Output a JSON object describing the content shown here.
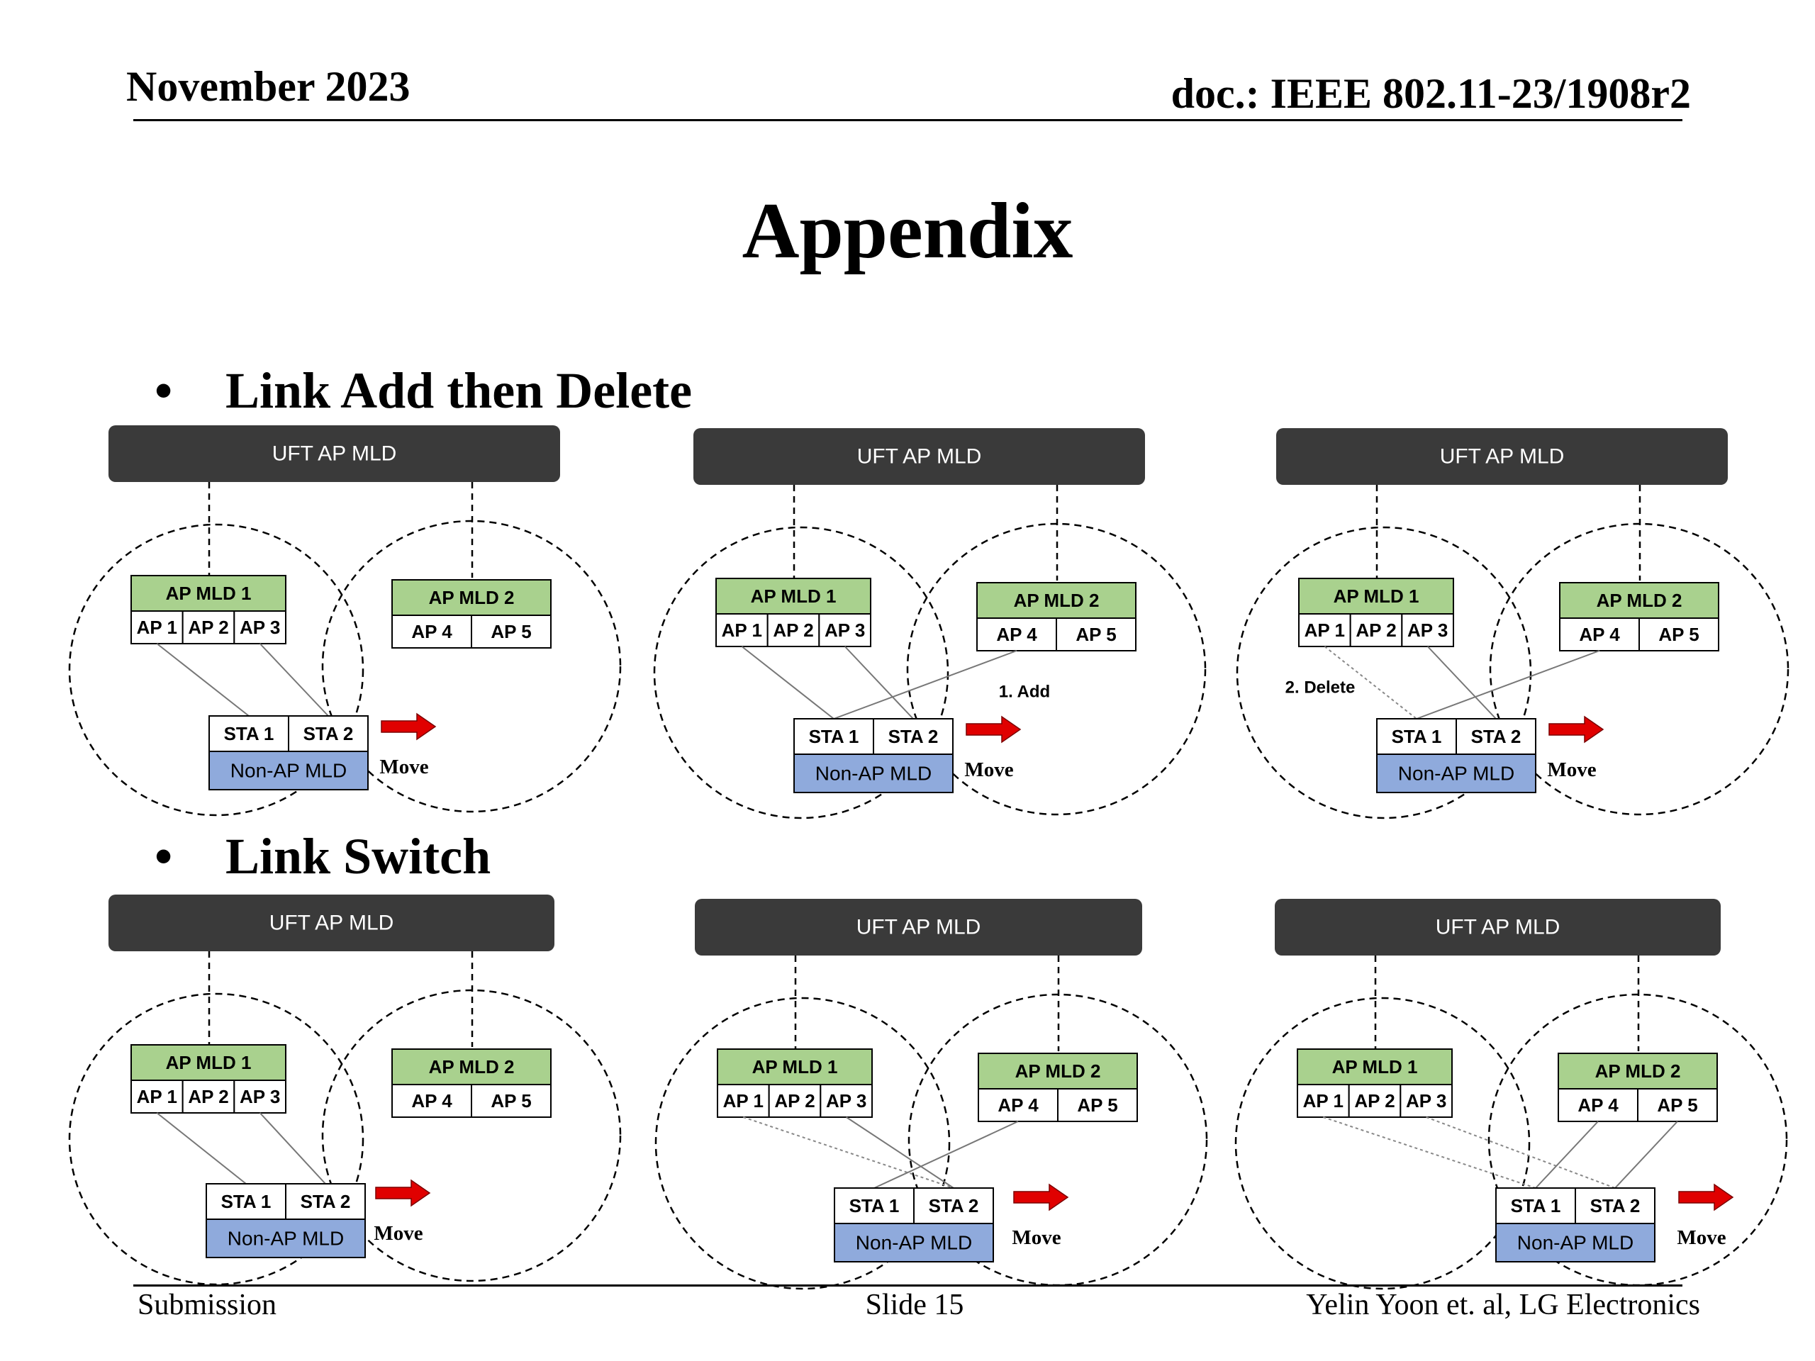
{
  "header": {
    "date": "November 2023",
    "doc_id": "doc.: IEEE 802.11-23/1908r2"
  },
  "title": "Appendix",
  "sections": [
    {
      "bullet": "•",
      "label": "Link Add then Delete"
    },
    {
      "bullet": "•",
      "label": "Link Switch"
    }
  ],
  "diagram_labels": {
    "uft": "UFT AP MLD",
    "ap_mld_1": "AP MLD 1",
    "ap_mld_2": "AP MLD 2",
    "ap1": "AP 1",
    "ap2": "AP 2",
    "ap3": "AP 3",
    "ap4": "AP 4",
    "ap5": "AP 5",
    "sta1": "STA 1",
    "sta2": "STA 2",
    "non_ap_mld": "Non-AP MLD",
    "move": "Move",
    "add": "1. Add",
    "delete": "2. Delete"
  },
  "colors": {
    "uft_bar": "#3a3a3a",
    "ap_mld_green": "#a9d18e",
    "non_ap_blue": "#8faadc",
    "arrow_red": "#e00000"
  },
  "footer": {
    "left": "Submission",
    "center": "Slide 15",
    "right": "Yelin Yoon et. al, LG Electronics"
  }
}
